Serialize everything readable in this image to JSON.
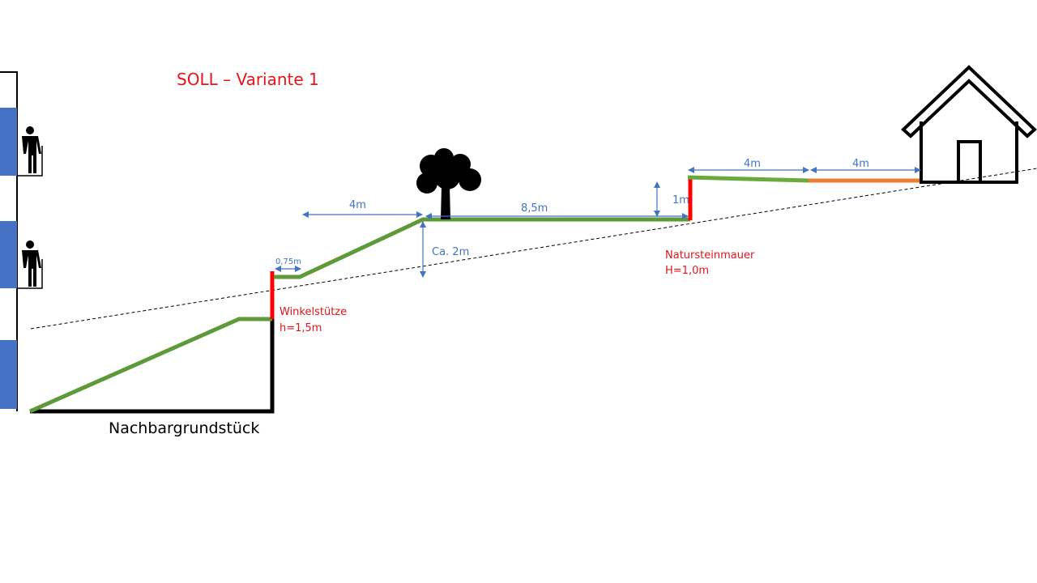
{
  "title": "SOLL – Variante 1",
  "labels": {
    "neighbor": "Nachbargrundstück",
    "winkel_name": "Winkelstütze",
    "winkel_height": "h=1,5m",
    "naturstein_name": "Natursteinmauer",
    "naturstein_height": "H=1,0m"
  },
  "dimensions": {
    "step": "0,75m",
    "slope_length": "4m",
    "height_ca": "Ca. 2m",
    "plateau_length": "8,5m",
    "wall_height": "1m",
    "terrace_green": "4m",
    "terrace_orange": "4m"
  },
  "colors": {
    "green": "#5e9a37",
    "red": "#ff0000",
    "orange": "#ed7d31",
    "blue": "#4472c4",
    "label_red": "#e3141b"
  }
}
